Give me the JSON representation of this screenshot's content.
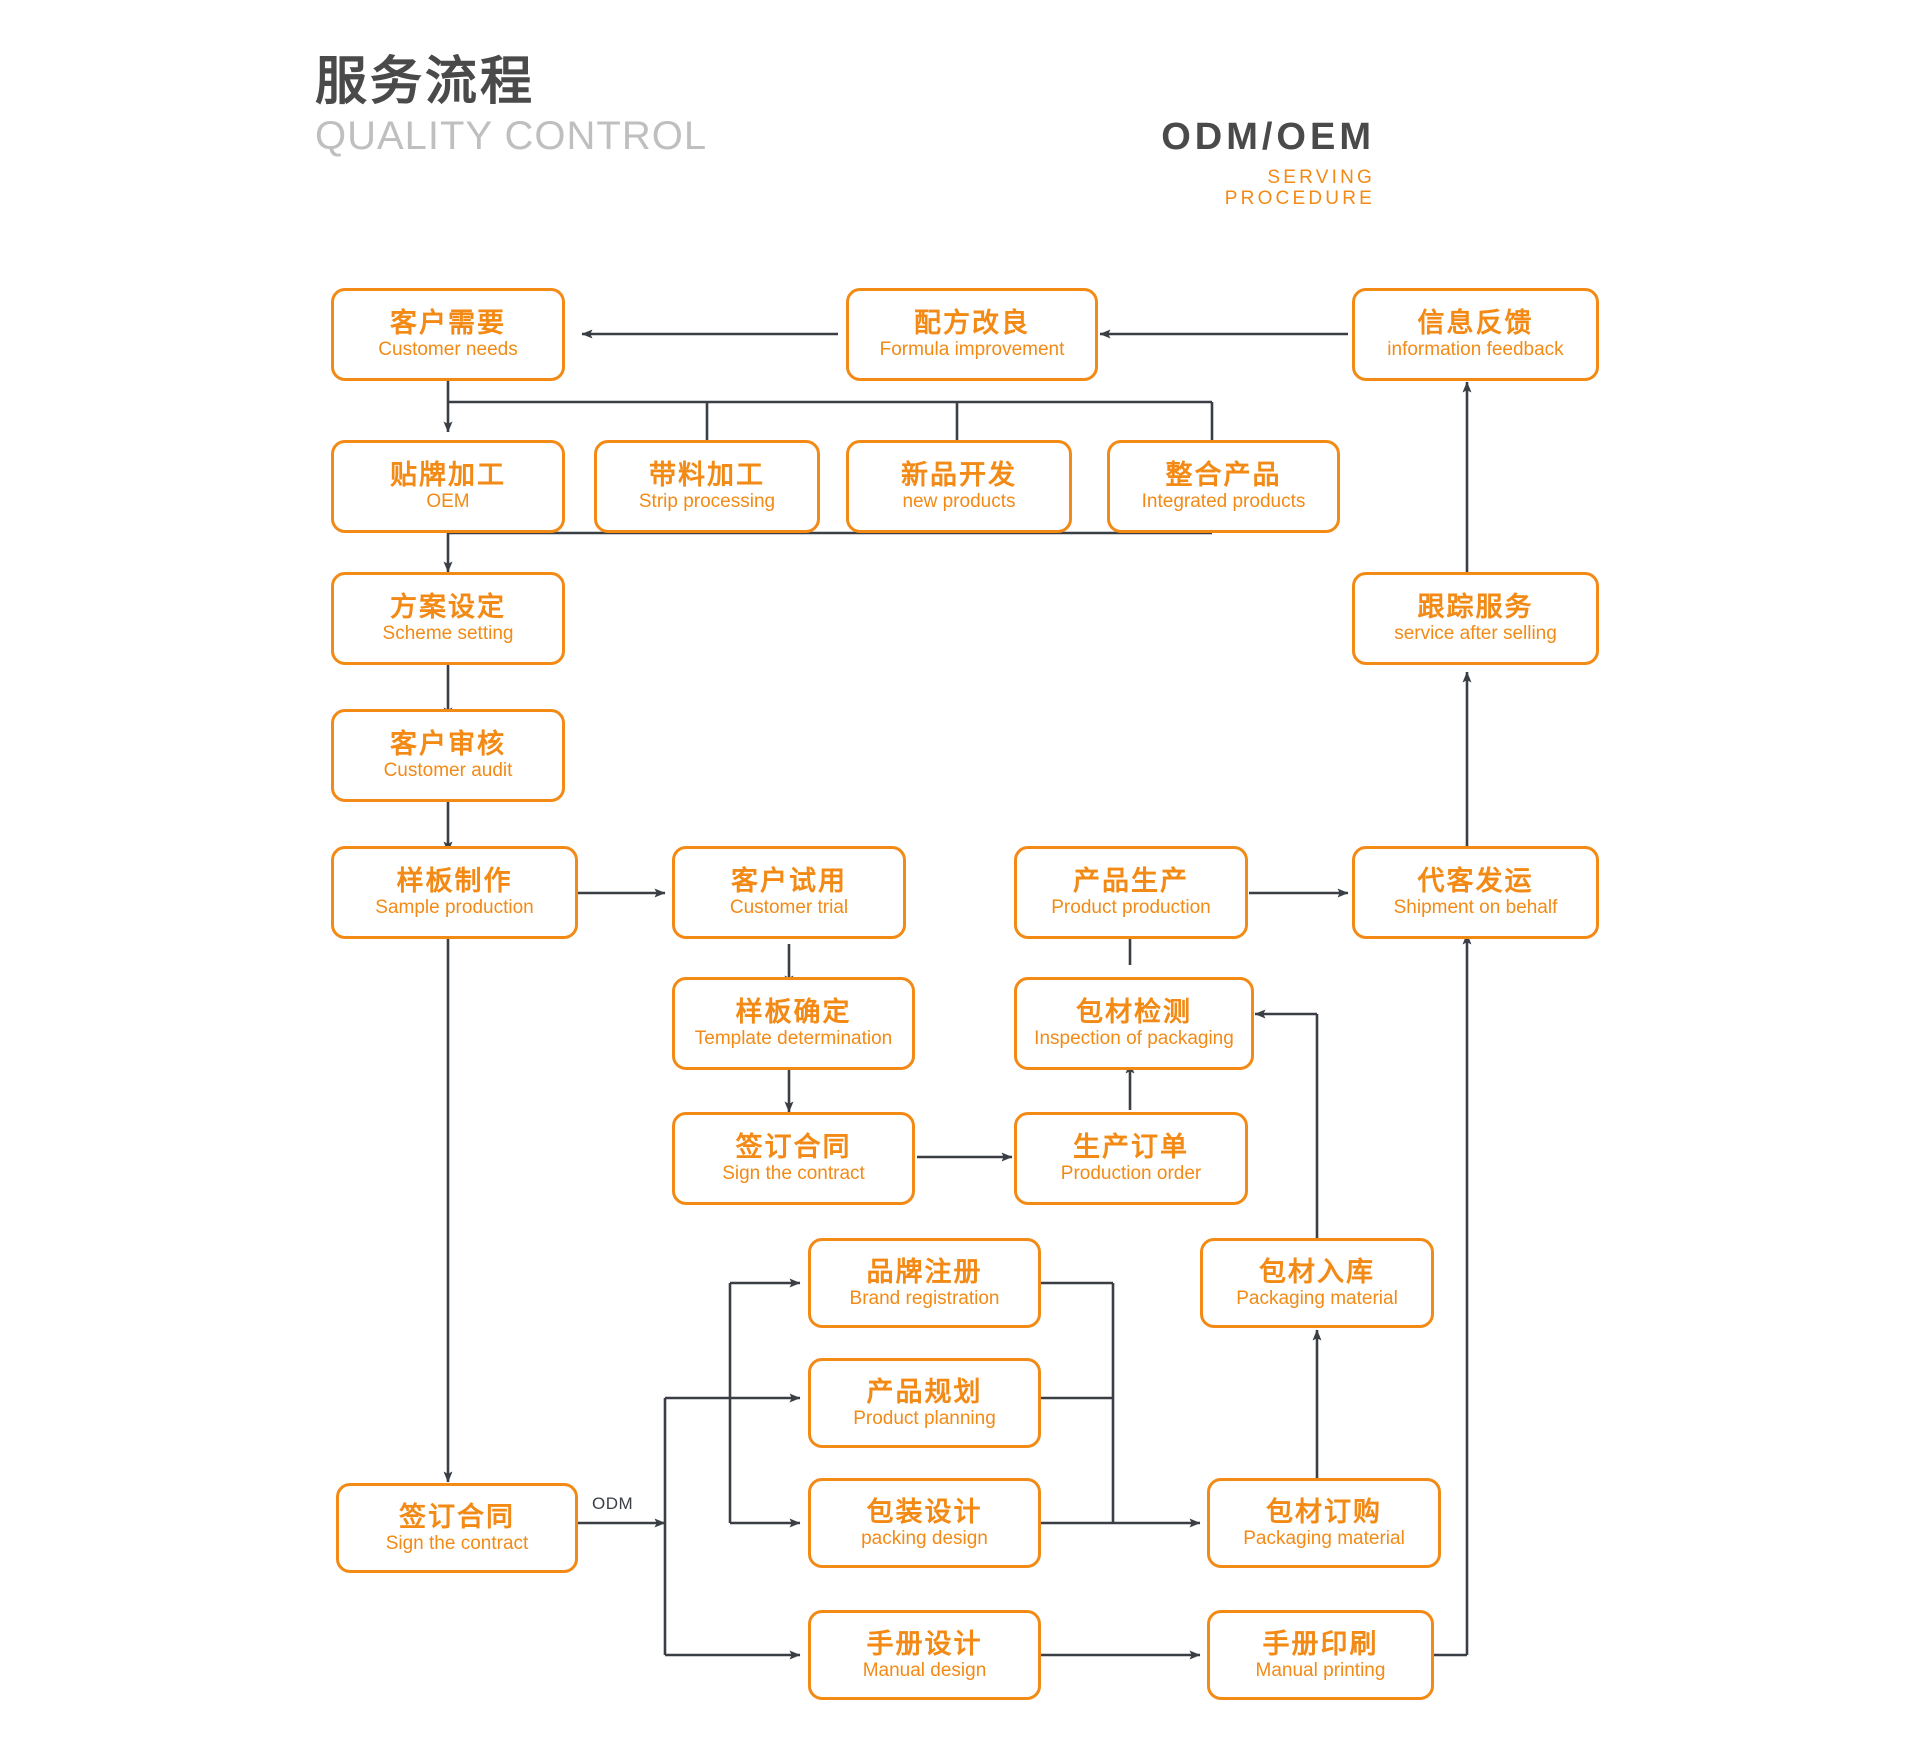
{
  "header": {
    "title_cn": "服务流程",
    "title_en": "QUALITY CONTROL",
    "right_title": "ODM/OEM",
    "right_sub": "SERVING PROCEDURE"
  },
  "colors": {
    "accent": "#f28a15",
    "title": "#4a4a4a",
    "subtitle": "#bfbfbf",
    "arrow": "#3a3f45",
    "background": "#ffffff"
  },
  "edge_labels": {
    "odm": "ODM"
  },
  "nodes": [
    {
      "id": "customer-needs",
      "cn": "客户需要",
      "en": "Customer needs"
    },
    {
      "id": "formula-improvement",
      "cn": "配方改良",
      "en": "Formula improvement"
    },
    {
      "id": "information-feedback",
      "cn": "信息反馈",
      "en": "information feedback"
    },
    {
      "id": "oem",
      "cn": "贴牌加工",
      "en": "OEM"
    },
    {
      "id": "strip-processing",
      "cn": "带料加工",
      "en": "Strip processing"
    },
    {
      "id": "new-products",
      "cn": "新品开发",
      "en": "new products"
    },
    {
      "id": "integrated-products",
      "cn": "整合产品",
      "en": "Integrated products"
    },
    {
      "id": "scheme-setting",
      "cn": "方案设定",
      "en": "Scheme setting"
    },
    {
      "id": "service-after-selling",
      "cn": "跟踪服务",
      "en": "service after selling"
    },
    {
      "id": "customer-audit",
      "cn": "客户审核",
      "en": "Customer audit"
    },
    {
      "id": "sample-production",
      "cn": "样板制作",
      "en": "Sample production"
    },
    {
      "id": "customer-trial",
      "cn": "客户试用",
      "en": "Customer trial"
    },
    {
      "id": "product-production",
      "cn": "产品生产",
      "en": "Product production"
    },
    {
      "id": "shipment-on-behalf",
      "cn": "代客发运",
      "en": "Shipment on behalf"
    },
    {
      "id": "template-determination",
      "cn": "样板确定",
      "en": "Template determination"
    },
    {
      "id": "inspection-packaging",
      "cn": "包材检测",
      "en": "Inspection of packaging"
    },
    {
      "id": "sign-contract-mid",
      "cn": "签订合同",
      "en": "Sign the contract"
    },
    {
      "id": "production-order",
      "cn": "生产订单",
      "en": "Production order"
    },
    {
      "id": "brand-registration",
      "cn": "品牌注册",
      "en": "Brand registration"
    },
    {
      "id": "packaging-material-in",
      "cn": "包材入库",
      "en": "Packaging material"
    },
    {
      "id": "product-planning",
      "cn": "产品规划",
      "en": "Product planning"
    },
    {
      "id": "sign-contract-bottom",
      "cn": "签订合同",
      "en": "Sign the contract"
    },
    {
      "id": "packing-design",
      "cn": "包装设计",
      "en": "packing design"
    },
    {
      "id": "packaging-order",
      "cn": "包材订购",
      "en": "Packaging material"
    },
    {
      "id": "manual-design",
      "cn": "手册设计",
      "en": "Manual design"
    },
    {
      "id": "manual-printing",
      "cn": "手册印刷",
      "en": "Manual printing"
    }
  ]
}
